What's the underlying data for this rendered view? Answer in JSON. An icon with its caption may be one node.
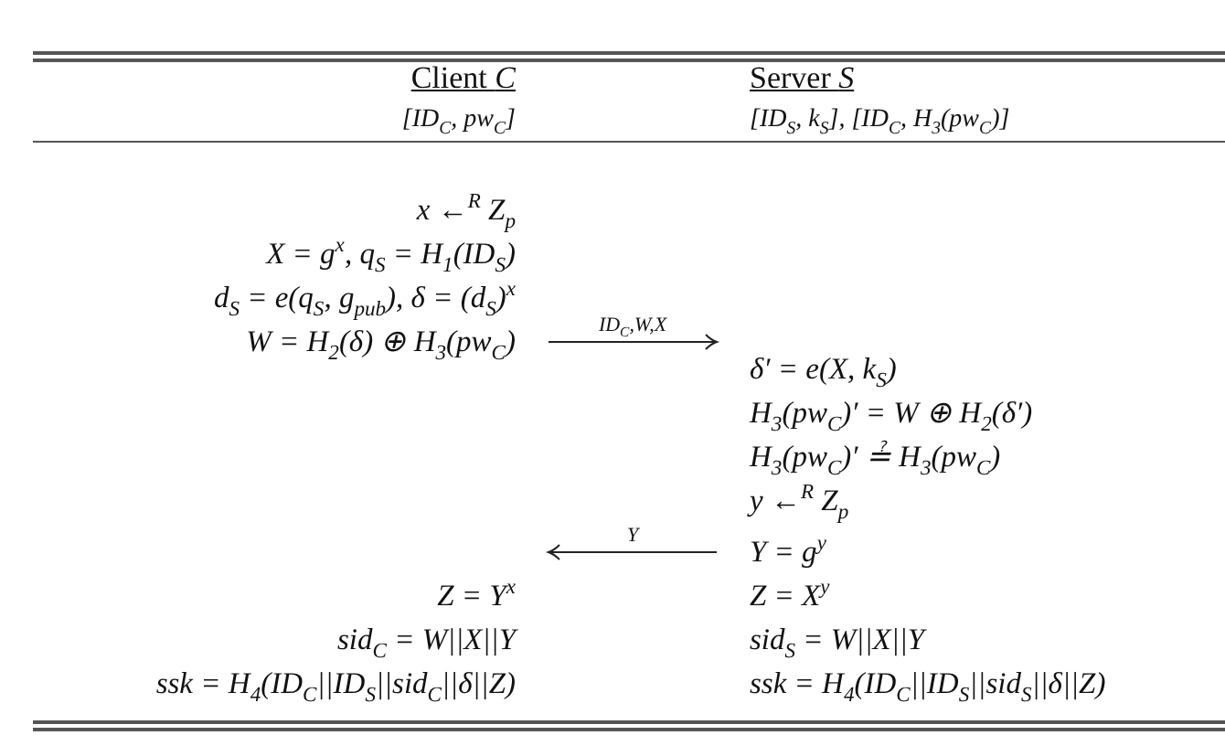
{
  "diagram": {
    "nodes": [
      {
        "text": [
          "Client *C*",
          "[ID$_{C}$, pw$_{C}$]"
        ]
      },
      {
        "text": [
          "Server *S*",
          "[ID$_{S}$, k$_{S}$], [ID$_{C}$, H$_{3}$(pw$_{C}$)]"
        ]
      },
      {
        "text": [
          "x ←$^{R}$ Z$_{p}$",
          "X = g$^{x}$,  q$_{S}$ = H$_{1}$(ID$_{S}$)",
          "d$_{S}$ = e(q$_{S}$, g$_{pub}$),  δ = (d$_{S}$)$^{x}$",
          "W = H$_{2}$(δ) ⊕ H$_{3}$(pw$_{C}$)"
        ]
      },
      {
        "text": [
          "δ′ = e(X, k$_{S}$)",
          "H$_{3}$(pw$_{C}$)′ = W ⊕ H$_{2}$(δ′)",
          "H$_{3}$(pw$_{C}$)′ ≟ H$_{3}$(pw$_{C}$)",
          "y ←$^{R}$ Z$_{p}$"
        ]
      },
      {
        "text": [
          "Y = g$^{y}$",
          "Z = X$^{y}$",
          "sid$_{S}$ = W||X||Y",
          "ssk = H$_{4}$(ID$_{C}$||ID$_{S}$||sid$_{S}$||δ||Z)"
        ]
      },
      {
        "text": [
          "Z = Y$^{x}$",
          "sid$_{C}$ = W||X||Y",
          "ssk = H$_{4}$(ID$_{C}$||ID$_{S}$||sid$_{C}$||δ||Z)"
        ]
      }
    ],
    "edges": [
      {
        "from": 2,
        "to": 3,
        "arrow": "to",
        "label": "ID$_{C}$,W,X"
      },
      {
        "from": 4,
        "to": 5,
        "arrow": "to",
        "label": "Y"
      }
    ]
  }
}
